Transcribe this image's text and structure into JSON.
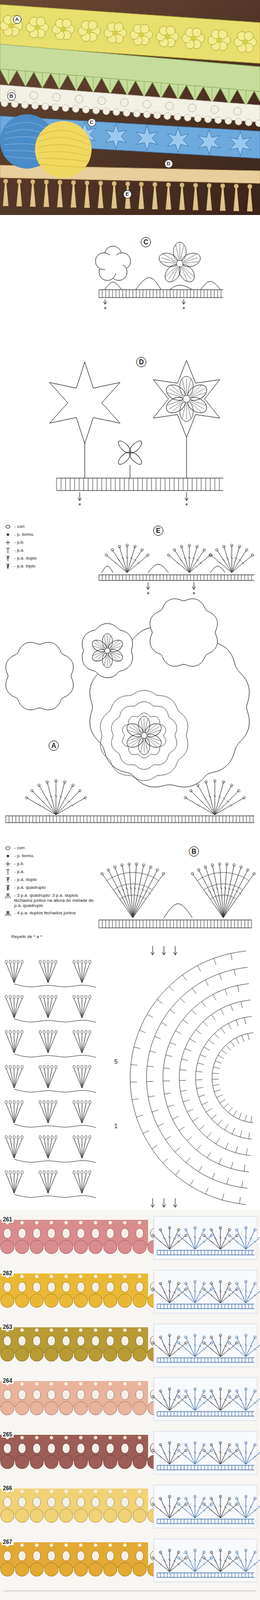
{
  "diagram": {
    "nodes": [
      {
        "text": [
          "A"
        ]
      },
      {
        "text": [
          "B"
        ]
      },
      {
        "text": [
          "C"
        ]
      },
      {
        "text": [
          "D"
        ]
      },
      {
        "text": [
          "E"
        ]
      },
      {
        "text": [
          "C"
        ]
      },
      {
        "text": [
          "D"
        ]
      },
      {
        "text": [
          "E"
        ]
      },
      {
        "text": [
          "A"
        ]
      },
      {
        "text": [
          "B"
        ]
      }
    ],
    "edges": [],
    "labels": [
      "*",
      "*",
      "*",
      "*",
      "*",
      "*",
      "Repetir de * a *",
      "5",
      "1",
      "261",
      "262",
      "263",
      "264",
      "265",
      "266",
      "267"
    ],
    "legend": [
      {
        "text": "- corr."
      },
      {
        "text": "- p. bxmo."
      },
      {
        "text": "- p.b."
      },
      {
        "text": "- p.a."
      },
      {
        "text": "- p.a. duplo"
      },
      {
        "text": "- p.a. triplo"
      },
      {
        "text": "- corr."
      },
      {
        "text": "- p. bxmo."
      },
      {
        "text": "- p.b."
      },
      {
        "text": "- p.a."
      },
      {
        "text": "- p.a. duplo"
      },
      {
        "text": "- p.a. quadruplo"
      },
      {
        "text": "- 3 p.a. quadruplo: 3 p.a. duplos fechados juntos na altura do metade do p.a. quadruplo"
      },
      {
        "text": "- 4 p.a. duplos fechados juntos"
      }
    ]
  }
}
